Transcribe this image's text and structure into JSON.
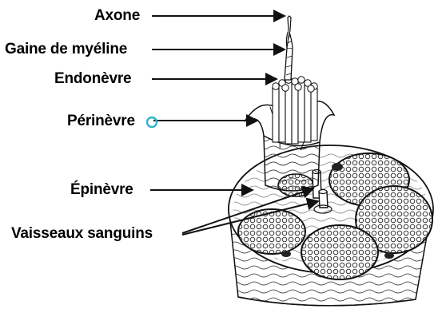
{
  "labels": {
    "axone": "Axone",
    "gaine": "Gaine de myéline",
    "endonevre": "Endonèvre",
    "perinevre": "Périnèvre",
    "epinevre": "Épinèvre",
    "vaisseaux": "Vaisseaux sanguins"
  },
  "colors": {
    "ink": "#111111",
    "cursor": "#2fb3c9"
  }
}
